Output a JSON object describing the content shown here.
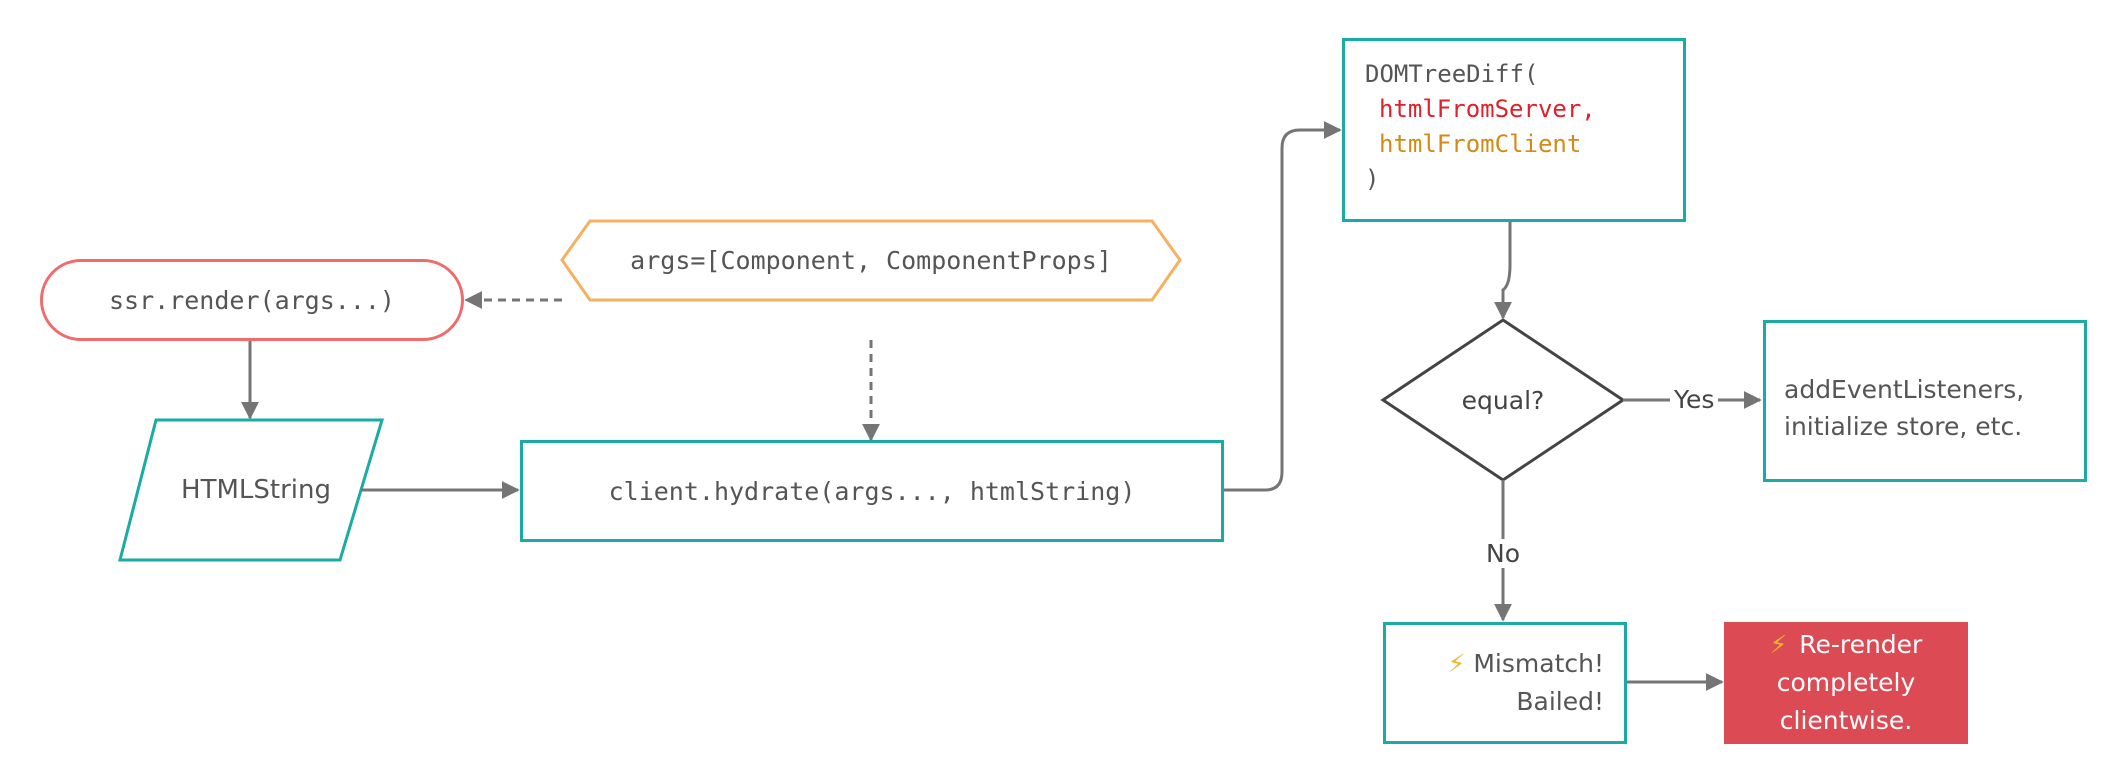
{
  "colors": {
    "teal": "#1aaca4",
    "pill_border": "#f06c6c",
    "hex_border": "#f5b062",
    "connector": "#757575",
    "server_arg": "#e0202a",
    "client_arg": "#d58a17",
    "rerender_bg": "#dc4a54",
    "icon": "#f5b62e"
  },
  "nodes": {
    "ssr_render": "ssr.render(args...)",
    "args": "args=[Component, ComponentProps]",
    "html_string": "HTMLString",
    "hydrate": "client.hydrate(args..., htmlString)",
    "dom_diff": {
      "open": "DOMTreeDiff(",
      "arg1": "htmlFromServer,",
      "arg2": "htmlFromClient",
      "close": ")"
    },
    "equal": "equal?",
    "yes_result": {
      "line1": "addEventListeners,",
      "line2": "initialize store, etc."
    },
    "mismatch": {
      "icon": "lightning-icon",
      "line1": "Mismatch!",
      "line2": "Bailed!"
    },
    "rerender": {
      "icon": "lightning-icon",
      "line1": "Re-render",
      "line2": "completely",
      "line3": "clientwise."
    }
  },
  "edges": {
    "yes": "Yes",
    "no": "No"
  }
}
